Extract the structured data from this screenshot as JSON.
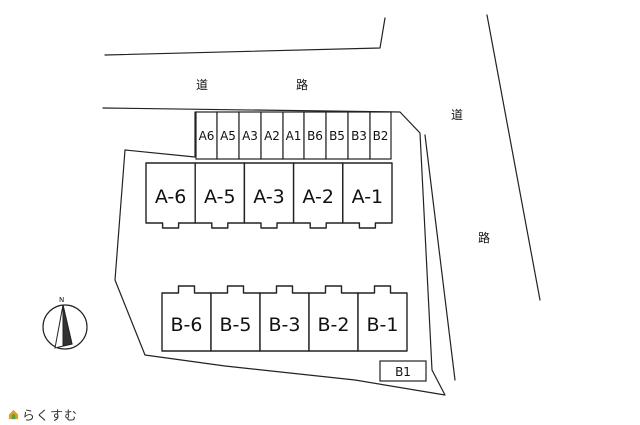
{
  "roads": {
    "top_left_char": "道",
    "top_right_char": "路",
    "side_top_char": "道",
    "side_bottom_char": "路"
  },
  "parking_slots": [
    "A6",
    "A5",
    "A3",
    "A2",
    "A1",
    "B6",
    "B5",
    "B3",
    "B2"
  ],
  "building_a": [
    "A-6",
    "A-5",
    "A-3",
    "A-2",
    "A-1"
  ],
  "building_b": [
    "B-6",
    "B-5",
    "B-3",
    "B-2",
    "B-1"
  ],
  "extra_slot": "B1",
  "compass": {
    "letter": "N"
  },
  "brand": {
    "name": "らくすむ",
    "icon": "house-leaf-icon",
    "icon_color": "#e0a020",
    "leaf_color": "#5aa040"
  }
}
